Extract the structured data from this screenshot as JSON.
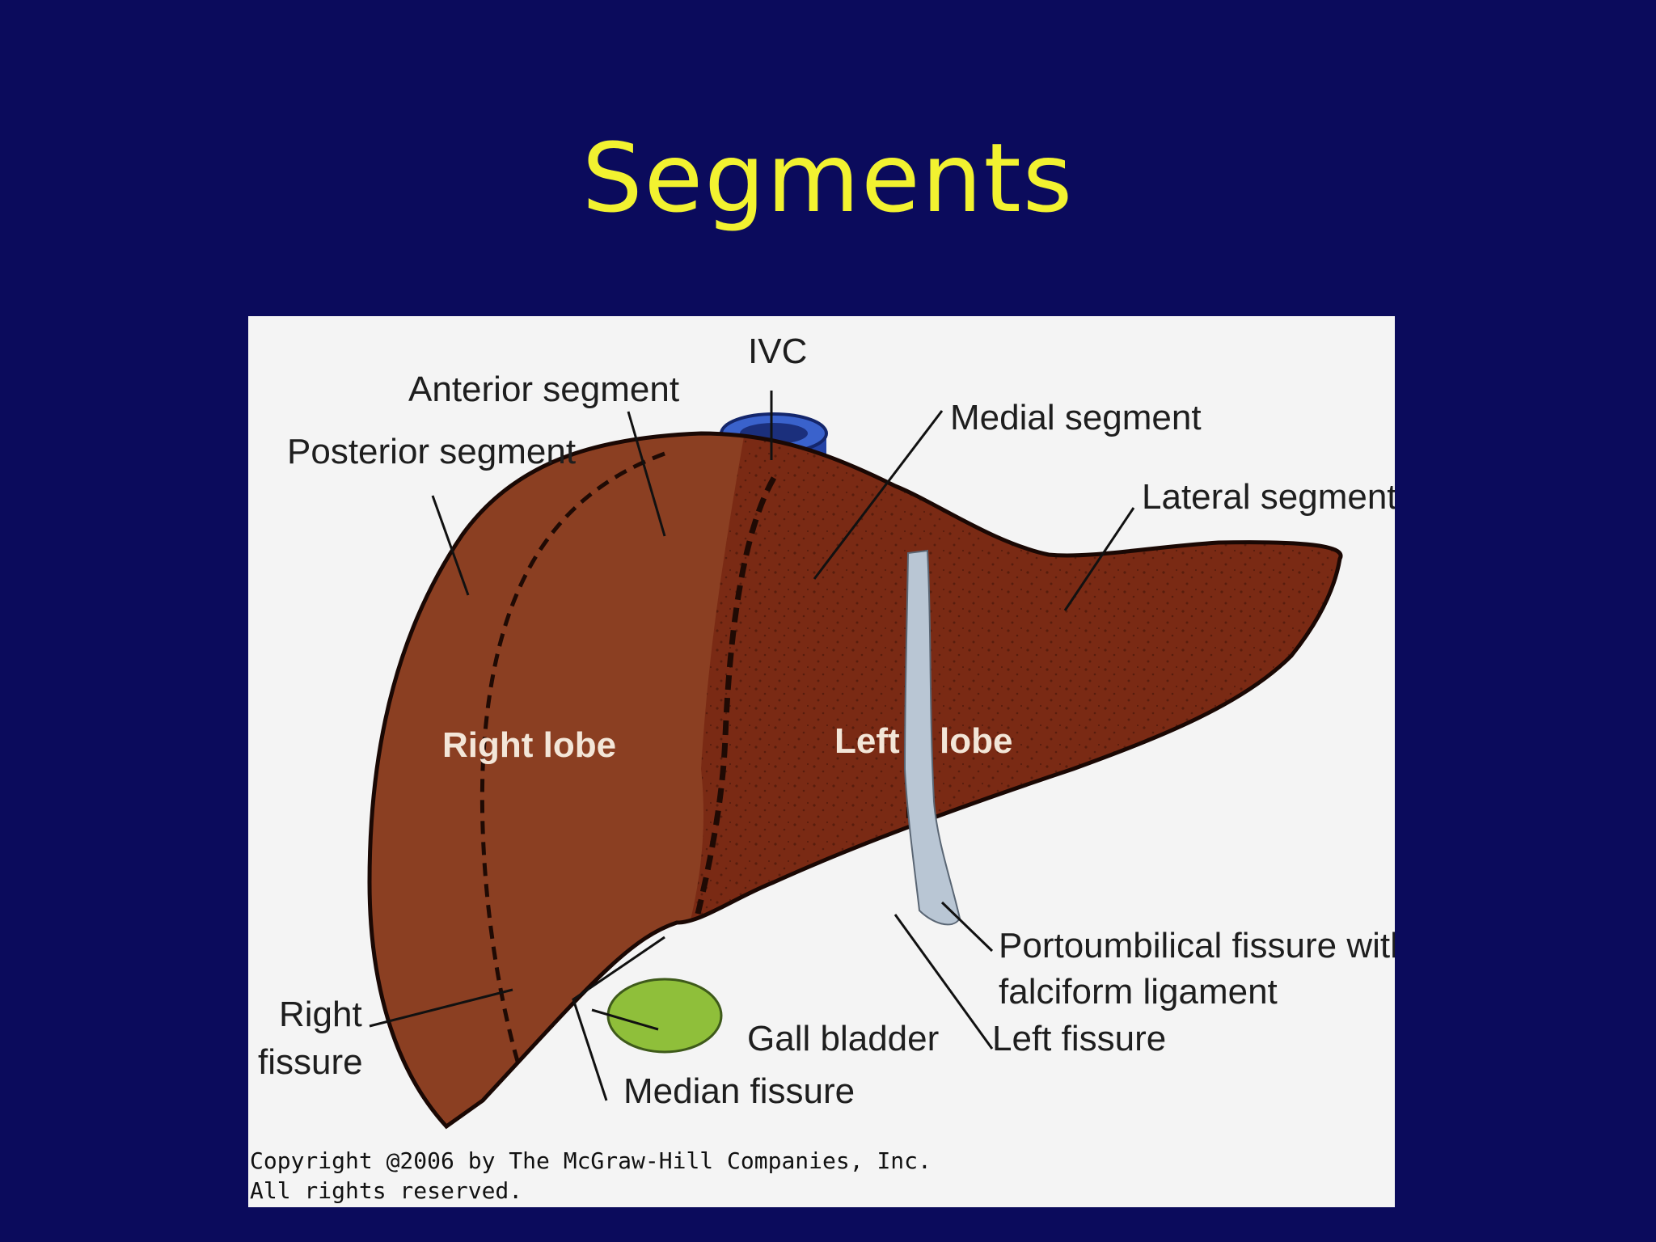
{
  "slide": {
    "title": "Segments"
  },
  "figure": {
    "labels": {
      "ivc": "IVC",
      "anterior_segment": "Anterior segment",
      "posterior_segment": "Posterior segment",
      "medial_segment": "Medial segment",
      "lateral_segment": "Lateral segment",
      "right_lobe": "Right lobe",
      "left_lobe_part1": "Left",
      "left_lobe_part2": "lobe",
      "right_fissure_line1": "Right",
      "right_fissure_line2": "fissure",
      "gall_bladder": "Gall bladder",
      "median_fissure": "Median fissure",
      "portoumbilical_line1": "Portoumbilical fissure with",
      "portoumbilical_line2": "falciform ligament",
      "left_fissure": "Left fissure"
    },
    "copyright_line1": "Copyright @2006 by The McGraw-Hill Companies, Inc.",
    "copyright_line2": "All rights reserved."
  },
  "colors": {
    "background": "#0b0b5c",
    "title": "#f2f230",
    "right_lobe": "#8b3f22",
    "left_lobe": "#7a2a14",
    "ivc": "#2a4fb0",
    "falciform_ligament": "#b9c6d4",
    "gall_bladder": "#8fbf3a"
  }
}
